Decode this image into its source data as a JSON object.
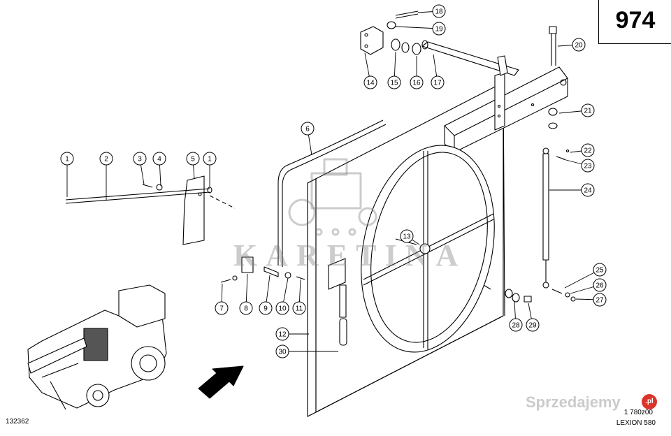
{
  "page_number": "974",
  "drawing_code_left": "132362",
  "drawing_code_right": "1 780z00",
  "model": "LEXION 580",
  "watermark": "KARETINA",
  "site_watermark": "Sprzedajemy",
  "site_badge": ".pl",
  "callouts": [
    "1",
    "2",
    "3",
    "4",
    "5",
    "1",
    "6",
    "7",
    "8",
    "9",
    "10",
    "11",
    "12",
    "13",
    "14",
    "15",
    "16",
    "17",
    "18",
    "19",
    "20",
    "21",
    "22",
    "23",
    "24",
    "25",
    "26",
    "27",
    "28",
    "29",
    "30"
  ]
}
